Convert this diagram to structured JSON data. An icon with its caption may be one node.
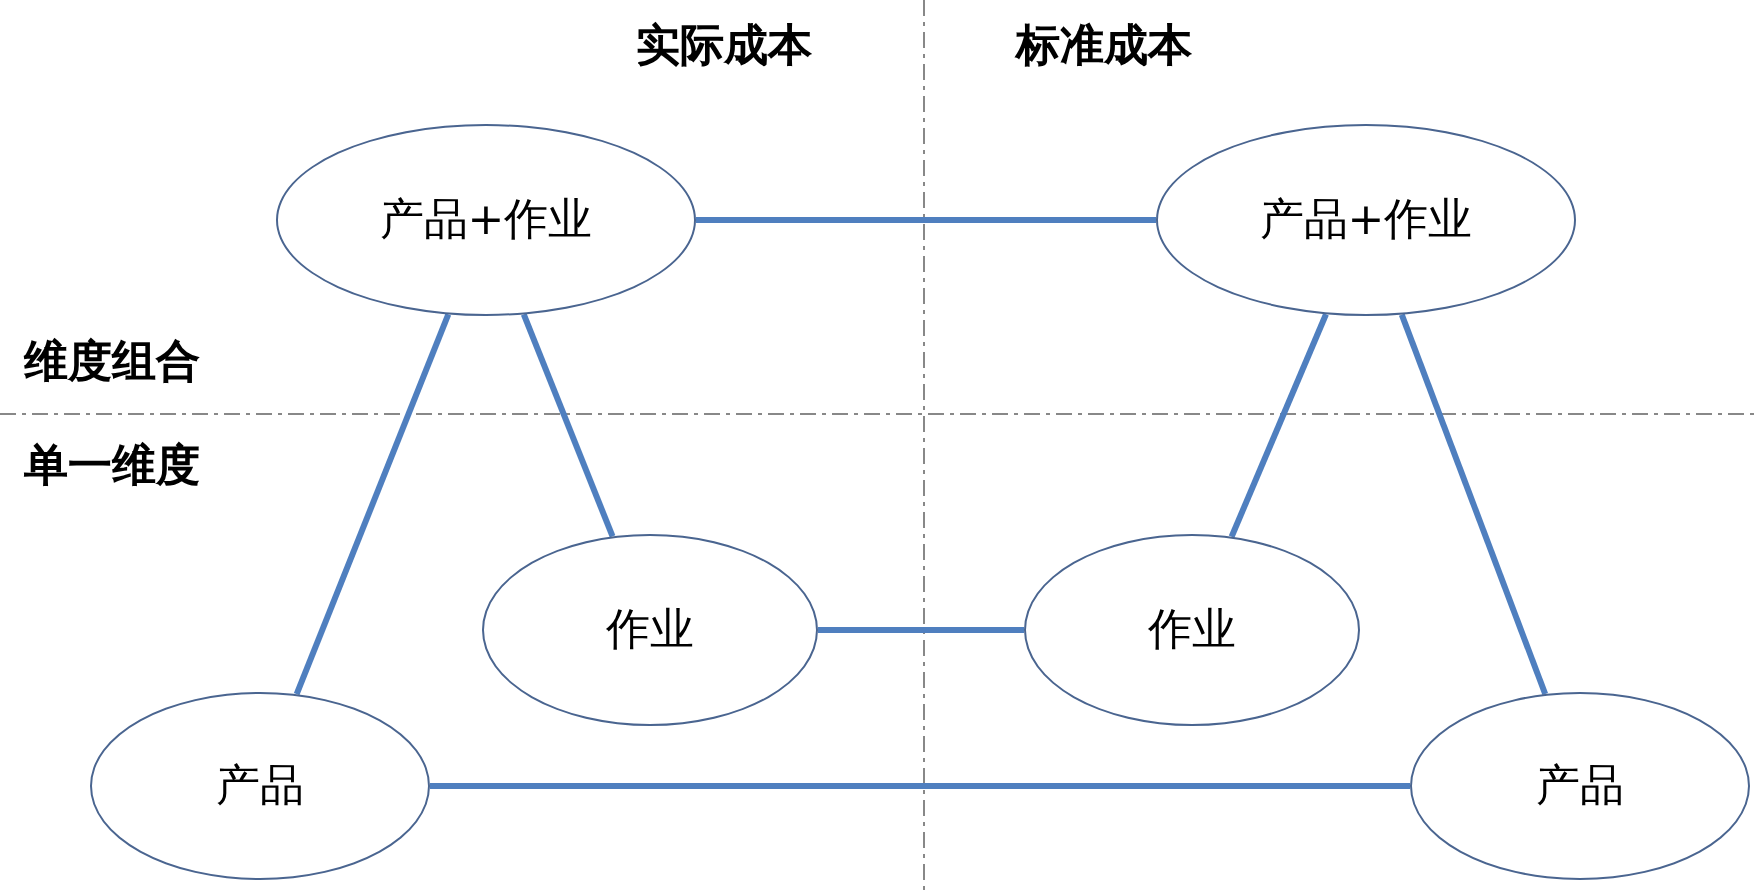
{
  "diagram": {
    "nodes": [
      {
        "text": [
          "产品+作业"
        ]
      },
      {
        "text": [
          "产品+作业"
        ]
      },
      {
        "text": [
          "作业"
        ]
      },
      {
        "text": [
          "作业"
        ]
      },
      {
        "text": [
          "产品"
        ]
      },
      {
        "text": [
          "产品"
        ]
      }
    ],
    "edges": [
      {
        "from": 0,
        "to": 1,
        "arrow": "none"
      },
      {
        "from": 0,
        "to": 4,
        "arrow": "none"
      },
      {
        "from": 0,
        "to": 2,
        "arrow": "none"
      },
      {
        "from": 2,
        "to": 3,
        "arrow": "none"
      },
      {
        "from": 1,
        "to": 3,
        "arrow": "none"
      },
      {
        "from": 1,
        "to": 5,
        "arrow": "none"
      },
      {
        "from": 4,
        "to": 5,
        "arrow": "none"
      }
    ],
    "labels": [
      "实际成本",
      "标准成本",
      "维度组合",
      "单一维度"
    ]
  }
}
